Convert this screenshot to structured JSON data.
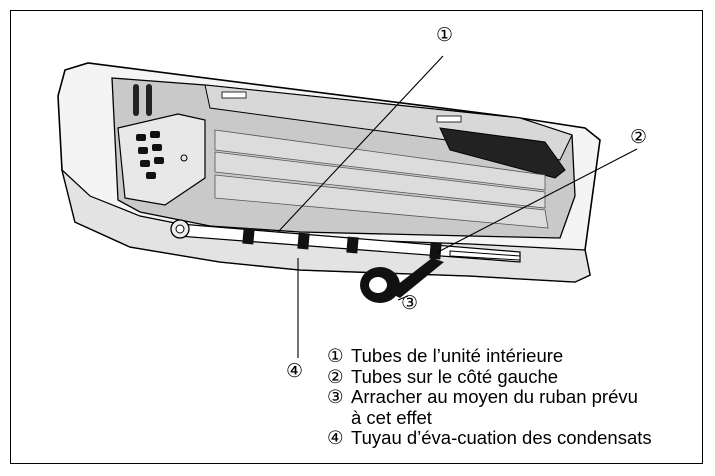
{
  "callouts": {
    "c1": "①",
    "c2": "②",
    "c3": "③",
    "c4": "④"
  },
  "legend": [
    {
      "num": "①",
      "text": "Tubes de l’unité intérieure"
    },
    {
      "num": "②",
      "text": "Tubes sur le côté gauche"
    },
    {
      "num": "③",
      "text": "Arracher au moyen du ruban prévu",
      "continuation": "à cet effet"
    },
    {
      "num": "④",
      "text": "Tuyau d’éva-cuation des condensats"
    }
  ]
}
